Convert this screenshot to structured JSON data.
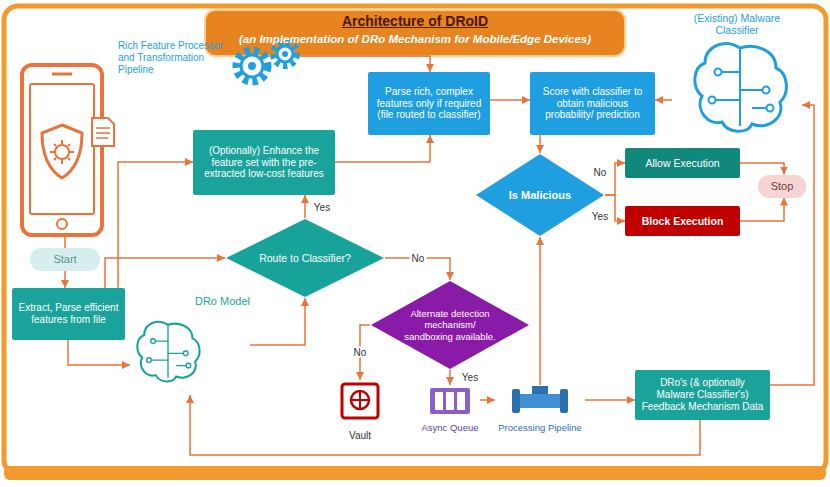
{
  "diagram": {
    "title": "Architecture of DRoID",
    "nodes": [
      {
        "text": [
          "Start"
        ]
      },
      {
        "text": [
          "(Optionally) Enhance the feature set with the pre-extracted low-cost features"
        ]
      },
      {
        "text": [
          "Parse rich, complex features only if required (file routed to classifier)"
        ]
      },
      {
        "text": [
          "Score with classifier to obtain malicious probability/ prediction"
        ]
      },
      {
        "text": [
          "(Existing) Malware Classifier"
        ]
      },
      {
        "text": [
          "Extract, Parse efficient features from file"
        ]
      },
      {
        "text": [
          "Route to Classifier?"
        ]
      },
      {
        "text": [
          "Alternate detection mechanism/ sandboxing available."
        ]
      },
      {
        "text": [
          "Is Malicious"
        ]
      },
      {
        "text": [
          "Allow Execution"
        ]
      },
      {
        "text": [
          "Block Execution"
        ]
      },
      {
        "text": [
          "Stop"
        ]
      },
      {
        "text": [
          "DRo Model"
        ]
      },
      {
        "text": [
          "Vault"
        ]
      },
      {
        "text": [
          "Async Queue"
        ]
      },
      {
        "text": [
          "Processing Pipeline"
        ]
      },
      {
        "text": [
          "DRo's (& optionally Malware Classifier's) Feedback Mechanism Data"
        ]
      }
    ],
    "edges": [
      {
        "from": 0,
        "to": 5,
        "arrow": "to"
      },
      {
        "from": 5,
        "to": 12,
        "arrow": "to"
      },
      {
        "from": 12,
        "to": 6,
        "arrow": "to"
      },
      {
        "from": 5,
        "to": 6,
        "arrow": "to"
      },
      {
        "from": 5,
        "to": 1,
        "arrow": "to"
      },
      {
        "from": 6,
        "to": 1,
        "label": "Yes",
        "arrow": "to"
      },
      {
        "from": 1,
        "to": 2,
        "arrow": "to"
      },
      {
        "from": 6,
        "to": 7,
        "label": "No",
        "arrow": "to"
      },
      {
        "from": 7,
        "to": 13,
        "label": "No",
        "arrow": "to"
      },
      {
        "from": 7,
        "to": 14,
        "label": "Yes",
        "arrow": "to"
      },
      {
        "from": 14,
        "to": 15,
        "arrow": "to"
      },
      {
        "from": 15,
        "to": 16,
        "arrow": "to"
      },
      {
        "from": 15,
        "to": 8,
        "arrow": "to"
      },
      {
        "from": 16,
        "to": 4,
        "arrow": "to"
      },
      {
        "from": 16,
        "to": 12,
        "arrow": "to"
      },
      {
        "from": 2,
        "to": 3,
        "arrow": "to"
      },
      {
        "from": 4,
        "to": 3,
        "arrow": "to"
      },
      {
        "from": 3,
        "to": 8,
        "arrow": "to"
      },
      {
        "from": 8,
        "to": 9,
        "label": "No",
        "arrow": "to"
      },
      {
        "from": 8,
        "to": 10,
        "label": "Yes",
        "arrow": "to"
      },
      {
        "from": 9,
        "to": 11,
        "arrow": "to"
      },
      {
        "from": 10,
        "to": 11,
        "arrow": "to"
      }
    ],
    "labels": [
      "(an Implementation of DRo Mechanism for Mobile/Edge Devices)",
      "Rich Feature Processor and Transformation Pipeline"
    ]
  }
}
